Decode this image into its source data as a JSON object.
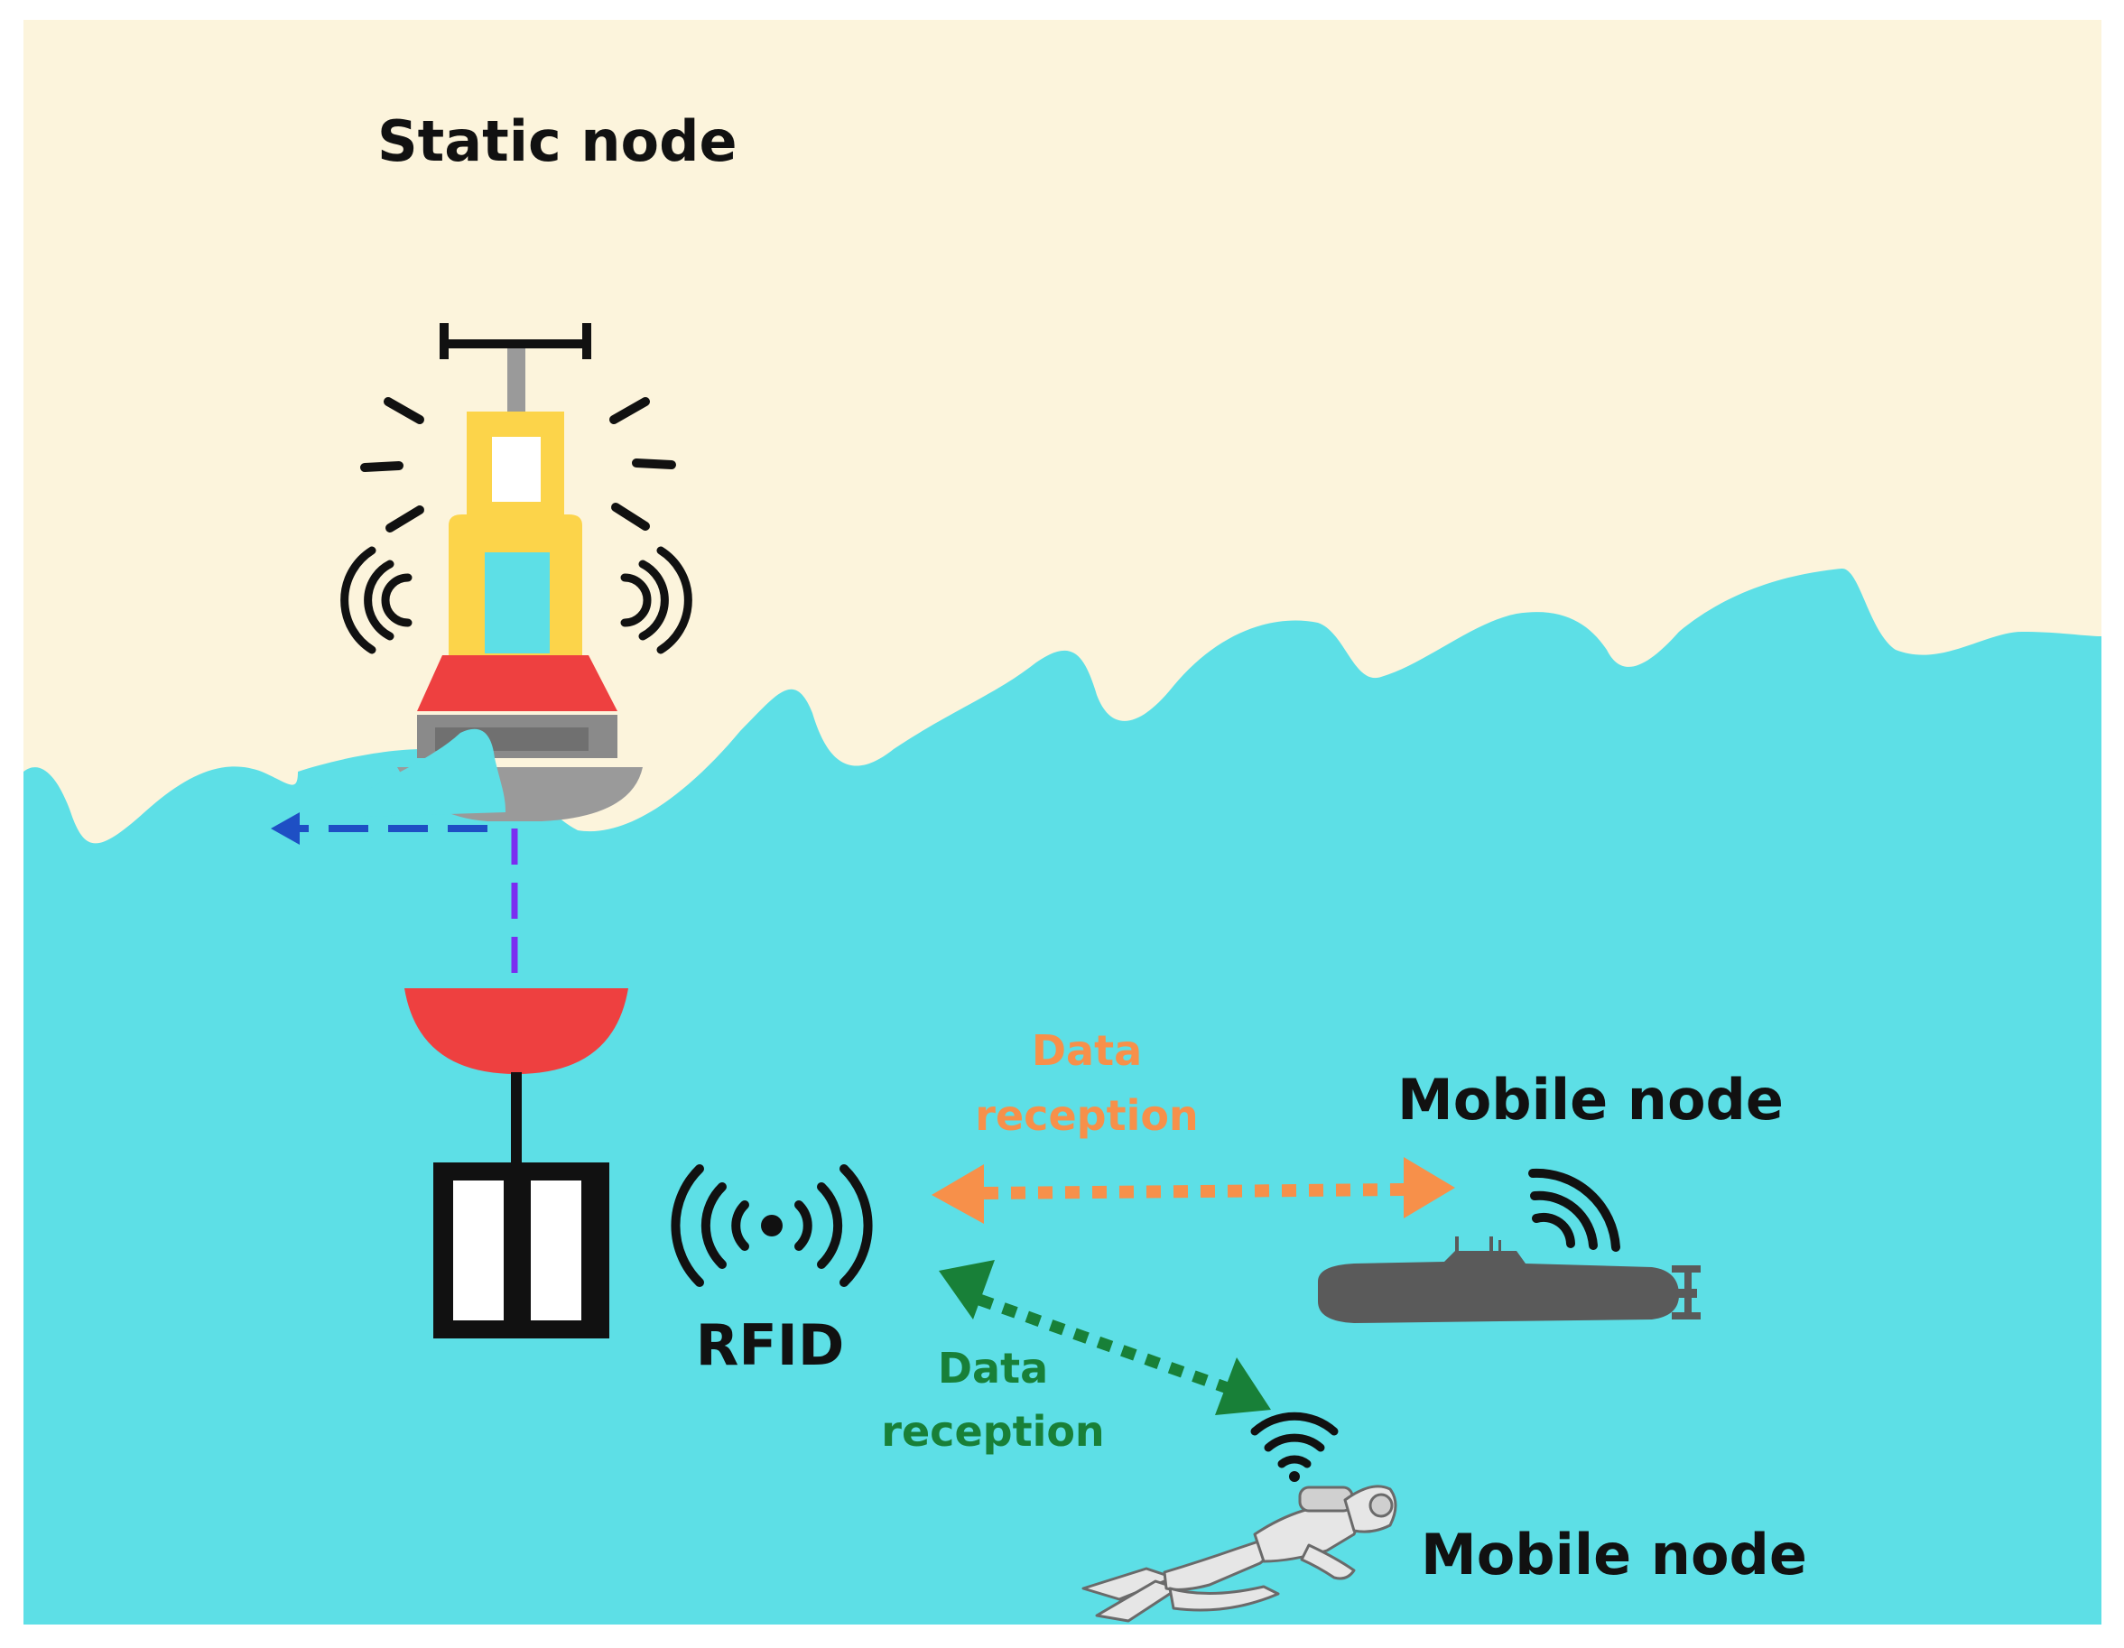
{
  "labels": {
    "static_node": "Static node",
    "mobile_node_submarine": "Mobile node",
    "mobile_node_diver": "Mobile node",
    "rfid": "RFID",
    "data_reception_orange_line1": "Data",
    "data_reception_orange_line2": "reception",
    "data_reception_green_line1": "Data",
    "data_reception_green_line2": "reception"
  },
  "colors": {
    "sky": "#fcf4dc",
    "sea": "#5ddfe6",
    "buoy_yellow": "#fcd44a",
    "buoy_red": "#ee4040",
    "buoy_gray": "#888888",
    "arrow_orange": "#f7904a",
    "arrow_green": "#188038",
    "arrow_blue": "#1e4fc4",
    "arrow_purple": "#7a2df0",
    "text_dark": "#111111"
  },
  "icons": {
    "buoy": "buoy-icon",
    "rfid_tag": "rfid-tag-icon",
    "rfid_signal": "rfid-signal-icon",
    "submarine": "submarine-icon",
    "diver": "diver-icon",
    "wifi": "wifi-signal-icon"
  }
}
